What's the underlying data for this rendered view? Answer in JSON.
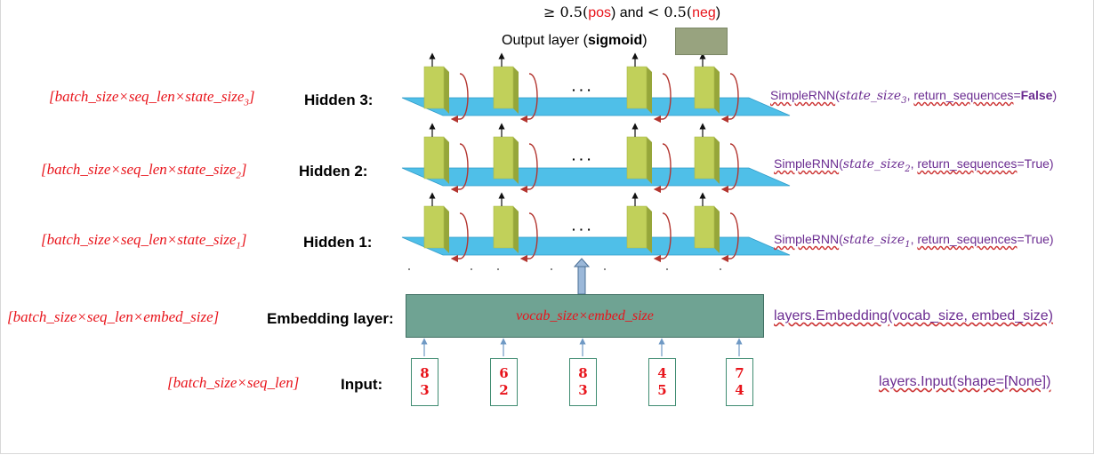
{
  "top": {
    "geq": "≥ 0.5(",
    "pos": "pos",
    "and": ") and ",
    "lt": "< 0.5(",
    "neg": "neg",
    "close": ")"
  },
  "output": {
    "label_pre": "Output layer (",
    "label_bold": "sigmoid",
    "label_post": ")"
  },
  "ellipsis": "· · ·",
  "layers": {
    "hidden3": {
      "shape": "[batch_size×seq_len×state_size",
      "shape_sub": "3",
      "shape_close": "]",
      "label": "Hidden 3:",
      "api_func": "SimpleRNN",
      "api_open": "(",
      "api_state": "state_size",
      "api_state_sub": "3",
      "api_comma": ", ",
      "api_kw": "return_sequences",
      "api_eq": "=",
      "api_val": "False",
      "api_close": ")"
    },
    "hidden2": {
      "shape": "[batch_size×seq_len×state_size",
      "shape_sub": "2",
      "shape_close": "]",
      "label": "Hidden 2:",
      "api_func": "SimpleRNN",
      "api_open": "(",
      "api_state": "state_size",
      "api_state_sub": "2",
      "api_comma": ", ",
      "api_kw": "return_sequences",
      "api_eq": "=",
      "api_val": "True",
      "api_close": ")"
    },
    "hidden1": {
      "shape": "[batch_size×seq_len×state_size",
      "shape_sub": "1",
      "shape_close": "]",
      "label": "Hidden 1:",
      "api_func": "SimpleRNN",
      "api_open": "(",
      "api_state": "state_size",
      "api_state_sub": "1",
      "api_comma": ", ",
      "api_kw": "return_sequences",
      "api_eq": "=",
      "api_val": "True",
      "api_close": ")"
    },
    "embedding": {
      "shape": "[batch_size×seq_len×embed_size]",
      "label": "Embedding layer:",
      "box_text": "vocab_size×embed_size",
      "api": "layers.Embedding(vocab_size, embed_size)"
    },
    "input": {
      "shape": "[batch_size×seq_len]",
      "label": "Input:",
      "api": "layers.Input(shape=[None])",
      "tokens": [
        [
          "8",
          "3"
        ],
        [
          "6",
          "2"
        ],
        [
          "8",
          "3"
        ],
        [
          "4",
          "5"
        ],
        [
          "7",
          "4"
        ]
      ]
    }
  },
  "colors": {
    "plane": "#4fbfe8",
    "cell_front": "#c1d05a",
    "cell_side": "#96a63a",
    "recurrent_arrow": "#b3352f",
    "embed_box": "#6fa393",
    "label_red": "#e8141b",
    "api_purple": "#6b2c91"
  }
}
